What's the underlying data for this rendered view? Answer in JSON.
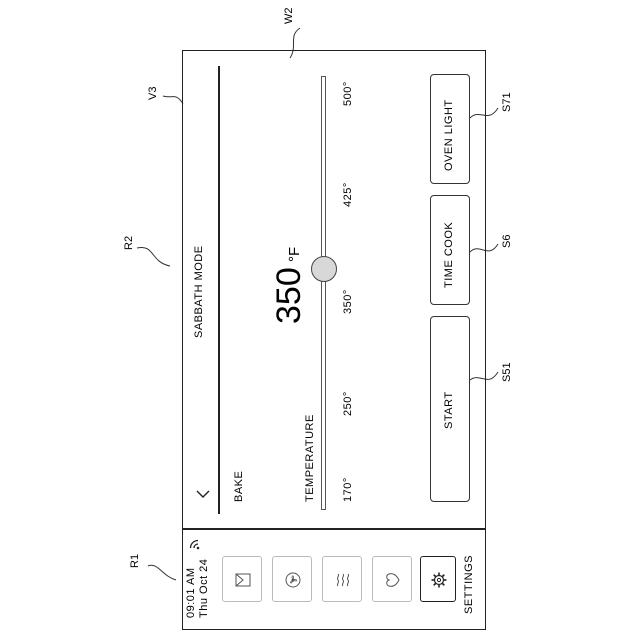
{
  "reference_labels": {
    "w2": "W2",
    "v3": "V3",
    "r2": "R2",
    "r1": "R1",
    "s71": "S71",
    "s6": "S6",
    "s51": "S51"
  },
  "status": {
    "time": "09:01 AM",
    "date": "Thu Oct 24"
  },
  "header": {
    "title": "SABBATH MODE"
  },
  "mode": {
    "label": "BAKE"
  },
  "temperature": {
    "label": "TEMPERATURE",
    "value": "350",
    "unit": "°F",
    "ticks": [
      "170°",
      "250°",
      "350°",
      "425°",
      "500°"
    ],
    "min": 170,
    "max": 500,
    "current": 350
  },
  "buttons": {
    "start": "START",
    "time_cook": "TIME COOK",
    "oven_light": "OVEN LIGHT"
  },
  "side_nav": {
    "settings_label": "SETTINGS",
    "items": [
      {
        "icon": "oven-icon"
      },
      {
        "icon": "fan-icon"
      },
      {
        "icon": "steam-icon"
      },
      {
        "icon": "heart-icon"
      },
      {
        "icon": "gear-icon"
      }
    ]
  }
}
